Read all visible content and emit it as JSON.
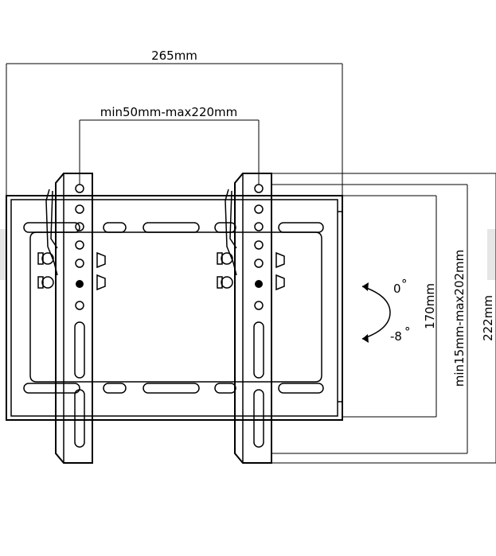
{
  "dimensions": {
    "overall_width": "265mm",
    "hole_spacing_horizontal": "min50mm-max220mm",
    "frame_height": "170mm",
    "hole_spacing_vertical": "min15mm-max202mm",
    "overall_height": "222mm"
  },
  "tilt": {
    "upper_angle": "0",
    "lower_angle": "-8",
    "degree_mark": "°"
  },
  "colors": {
    "stroke": "#000000",
    "background": "#ffffff",
    "side_shade": "#e6e6e6"
  }
}
